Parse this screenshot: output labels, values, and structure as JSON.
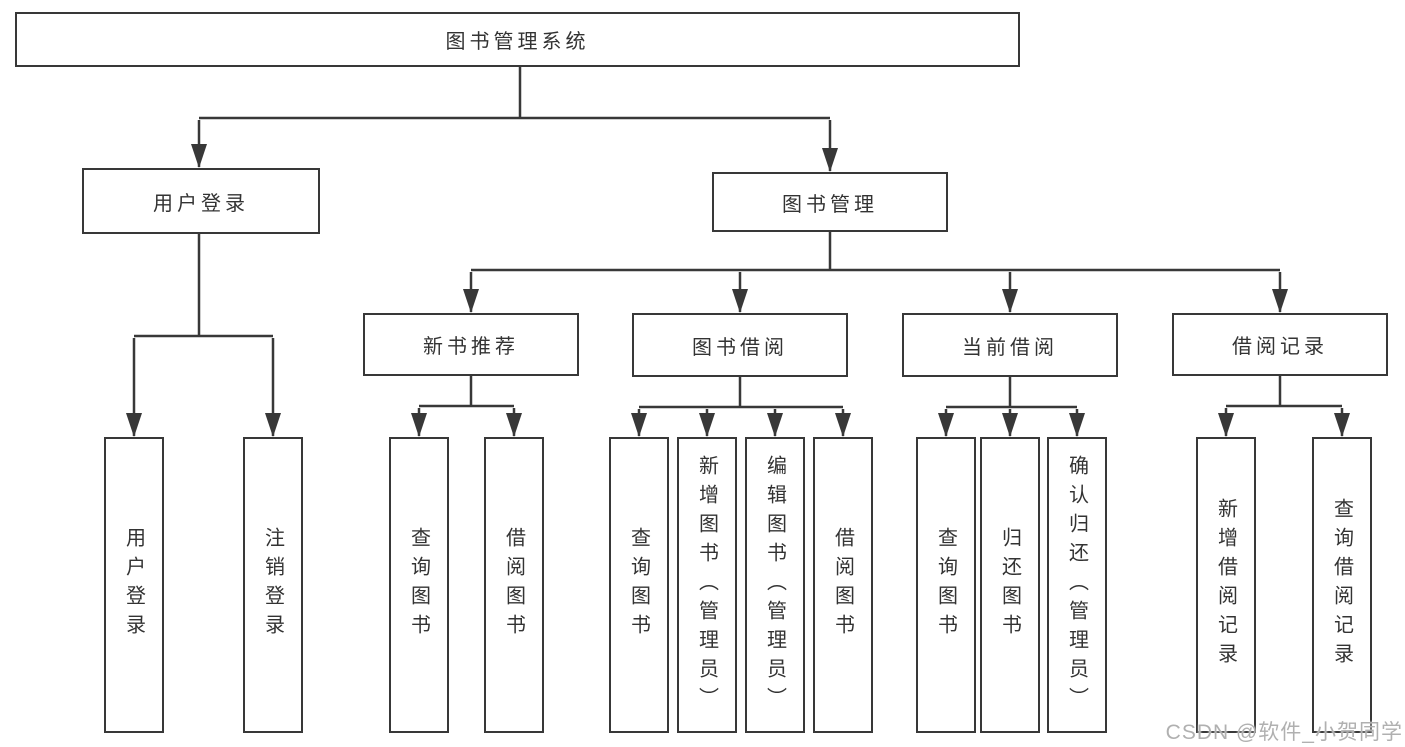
{
  "diagram": {
    "root": "图书管理系统",
    "branches": [
      {
        "label": "用户登录",
        "children": [
          "用户登录",
          "注销登录"
        ]
      },
      {
        "label": "图书管理",
        "children": [
          {
            "label": "新书推荐",
            "children": [
              "查询图书",
              "借阅图书"
            ]
          },
          {
            "label": "图书借阅",
            "children": [
              "查询图书",
              "新增图书（管理员）",
              "编辑图书（管理员）",
              "借阅图书"
            ]
          },
          {
            "label": "当前借阅",
            "children": [
              "查询图书",
              "归还图书",
              "确认归还（管理员）"
            ]
          },
          {
            "label": "借阅记录",
            "children": [
              "新增借阅记录",
              "查询借阅记录"
            ]
          }
        ]
      }
    ],
    "watermark": "CSDN @软件_小贺同学",
    "colors": {
      "line": "#383838",
      "text": "#333333",
      "watermark": "#b0b0b0",
      "background": "#ffffff"
    }
  }
}
